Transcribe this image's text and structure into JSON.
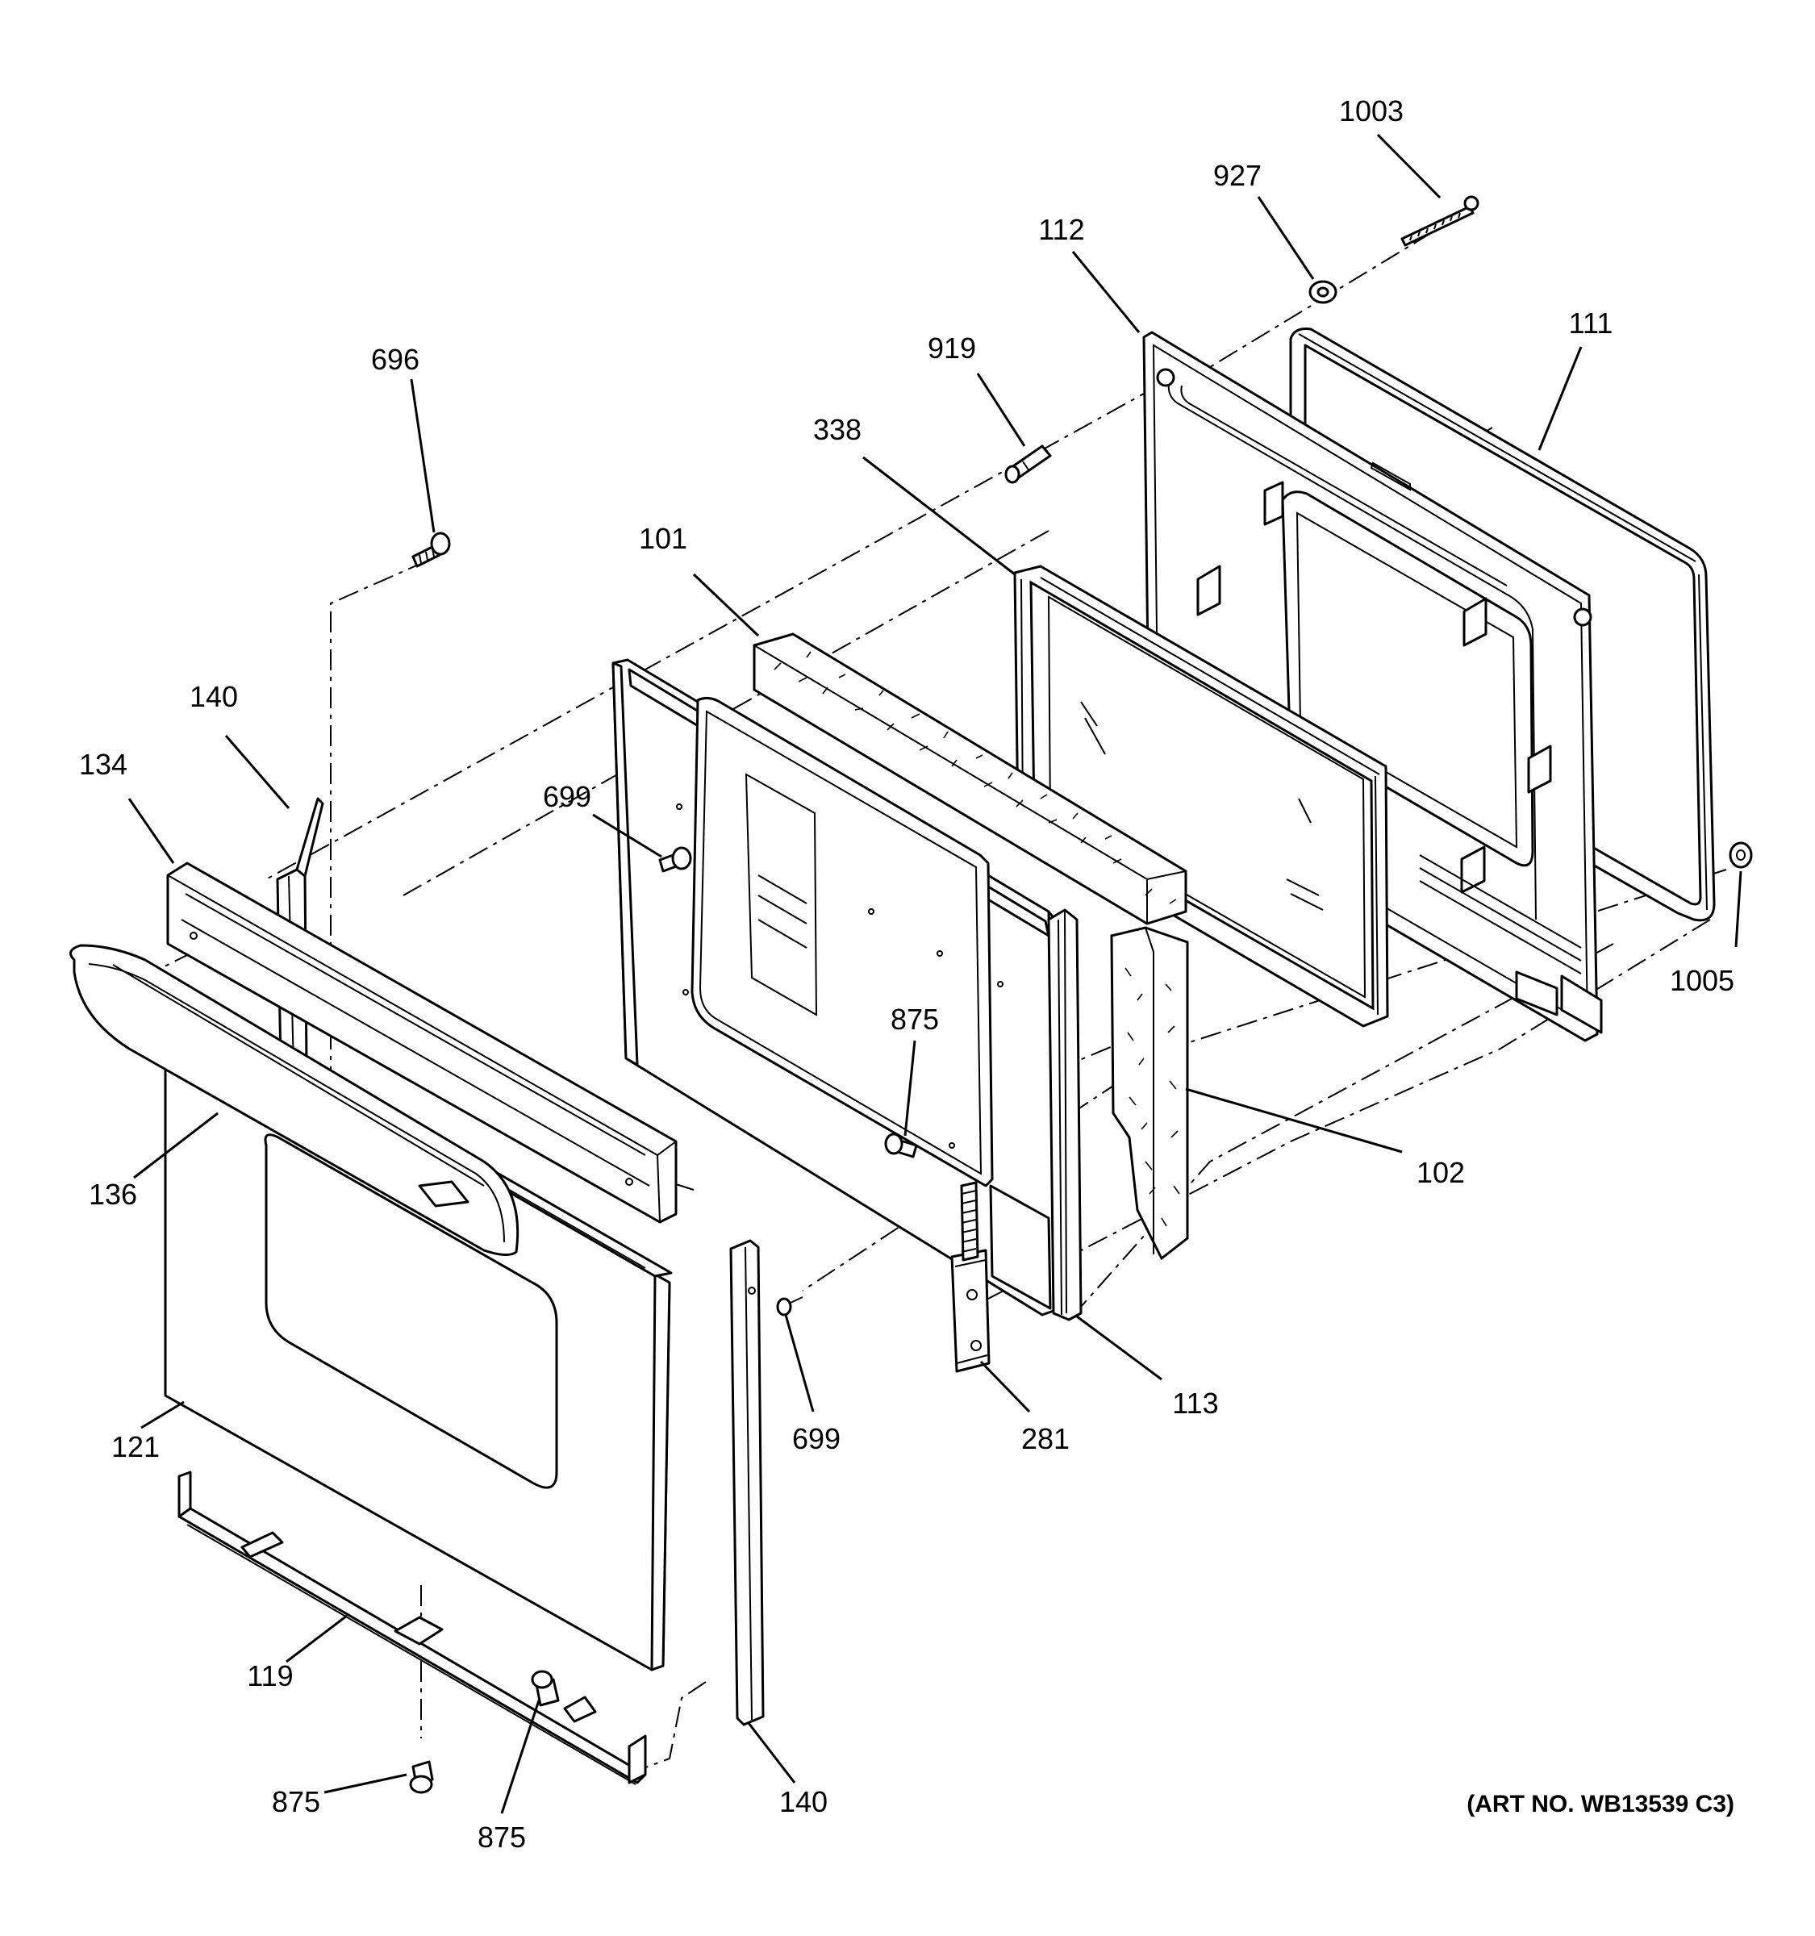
{
  "diagram": {
    "art_number": "(ART NO. WB13539 C3)",
    "callouts": [
      {
        "id": "c-1003",
        "text": "1003"
      },
      {
        "id": "c-927",
        "text": "927"
      },
      {
        "id": "c-112",
        "text": "112"
      },
      {
        "id": "c-111",
        "text": "111"
      },
      {
        "id": "c-919",
        "text": "919"
      },
      {
        "id": "c-696",
        "text": "696"
      },
      {
        "id": "c-338",
        "text": "338"
      },
      {
        "id": "c-101",
        "text": "101"
      },
      {
        "id": "c-140a",
        "text": "140"
      },
      {
        "id": "c-134",
        "text": "134"
      },
      {
        "id": "c-699a",
        "text": "699"
      },
      {
        "id": "c-875a",
        "text": "875"
      },
      {
        "id": "c-1005",
        "text": "1005"
      },
      {
        "id": "c-102",
        "text": "102"
      },
      {
        "id": "c-136",
        "text": "136"
      },
      {
        "id": "c-113",
        "text": "113"
      },
      {
        "id": "c-699b",
        "text": "699"
      },
      {
        "id": "c-281",
        "text": "281"
      },
      {
        "id": "c-121",
        "text": "121"
      },
      {
        "id": "c-119",
        "text": "119"
      },
      {
        "id": "c-875b",
        "text": "875"
      },
      {
        "id": "c-875c",
        "text": "875"
      },
      {
        "id": "c-140b",
        "text": "140"
      }
    ]
  }
}
